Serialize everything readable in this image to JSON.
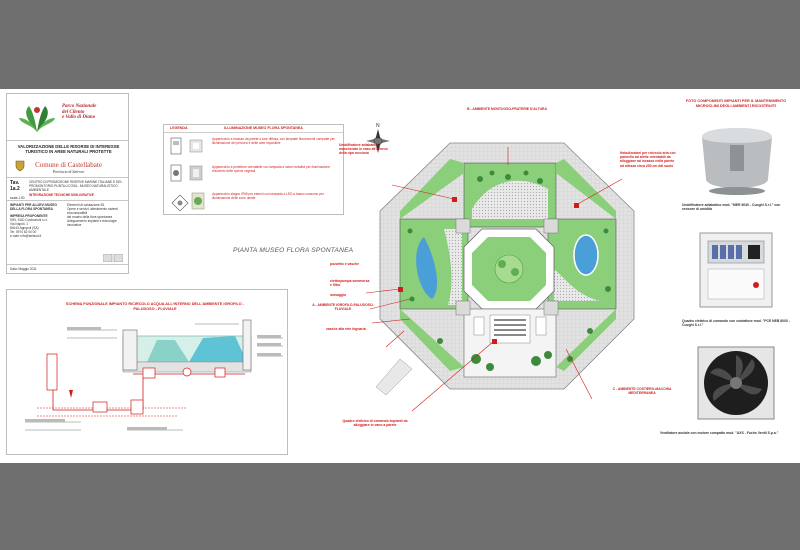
{
  "title_block": {
    "logo_text": [
      "Parco Nazionale",
      "del Cilento",
      "e Vallo di Diano"
    ],
    "project_title": "VALORIZZAZIONE DELLE RISORSE DI INTERESSE TURISTICO IN AREE NATURALI PROTETTE",
    "commune": "Comune di Castellabate",
    "province": "Provincia di Salerno",
    "tav_label": "Tav.",
    "tav_number": "1a.2",
    "scale": "scala 1:50",
    "subject": "CENTRO DI PROMOZIONE RISERVE MARINE ITALIANE E DEL PROMONTORIO PUNTA LICOSA - MUSEO NATURALISTICO AMBIENTALE",
    "subject_red": "INTEGRAZIONE TECNICHE MIGLIORATIVE",
    "section_left": "IMPIANTI PER ALLIEVI MUSEO DELLA FLORA SPONTANEA",
    "impresa_label": "IMPRESA PROPONENTE",
    "impresa_lines": [
      "SIEL SUD Costruzioni s.r.l.",
      "Via Napoli, 1",
      "84043 Agropoli (SA)",
      "Tel. 0974 82 00 00",
      "e-mail: info@sielsud.it"
    ],
    "right_col": [
      "Elementi di valutazione B1",
      "Opere e servizi: allestimento sistemi ecocompatibili",
      "del museo della flora spontanea",
      "Adeguamento impianti e tecnologie innovative"
    ],
    "date": "Data: Maggio 2011"
  },
  "legend": {
    "head": "LEGENDA",
    "title": "ILLUMINAZIONE MUSEO FLORA SPONTANEA",
    "rows": [
      "Apparecchio a incasso da parete a luce diffusa, con lampade fluorescenti compatte per illuminazione dei percorsi e delle aree espositive",
      "Apparecchio a proiettore orientabile con lampada a ioduri metallici per illuminazione d'accento delle specie vegetali",
      "Apparecchio stagno IP65 per esterni con lampada a LED a basso consumo per illuminazione delle zone umide"
    ]
  },
  "plan": {
    "caption": "PIANTA MUSEO FLORA SPONTANEA",
    "north": "N",
    "callouts": {
      "b": "B - AMBIENTE MONTUOSO-PRATERIE D'ALTURA",
      "humid": "Umidificatore adiabatico mascherato in vaso all'interno della ripa rocciosa",
      "vent": "Nebulizzatori per ricircolo aria con pannello ad alette orientabili da alloggiare ad incasso nella parete ad altezza circa 200 cm dal suolo",
      "pozzetto": "pozzetto e vasche",
      "elettro": "elettropompa sommersa e filtro",
      "mosaico": "mosaggio",
      "a": "A - AMBIENTE IGROFILO-PALUDOSO-FLUVIALE",
      "vasca": "vasche alla rete fognaria",
      "c": "C - AMBIENTE COSTIERO-MACCHIA MEDITERRANEA",
      "quadro": "Quadro elettrico di comando impianti da alloggiare in vano a parete"
    }
  },
  "tech": {
    "title": "SCHEMA FUNZIONALE IMPIANTO RICIRCOLO ACQUA ALL'INTERNO DELL'AMBIENTE IGROFILO - PALUDOSO - FLUVIALE"
  },
  "products": {
    "title": "FOTO COMPONENTI IMPIANTI PER IL MANTENIMENTO MICROCLIMI DEGLI AMBIENTI RICOSTRUITI",
    "p1": "Umidificatore adiabatico mod. \"MER 6030 - Cuoghi S.r.l.\" con sensore di umidità",
    "p2": "Quadro elettrico di comando con contattore mod. \"PCE NEB 8000 - Cuoghi S.r.l.\"",
    "p3": "Ventilatore assiale con motore compatto mod. \"AXS - Fuchs Ventil S.p.a.\""
  },
  "colors": {
    "accent": "#d21c1c",
    "grass": "#7cc26a",
    "water": "#4a9fd8",
    "stone": "#d8d8d8"
  }
}
